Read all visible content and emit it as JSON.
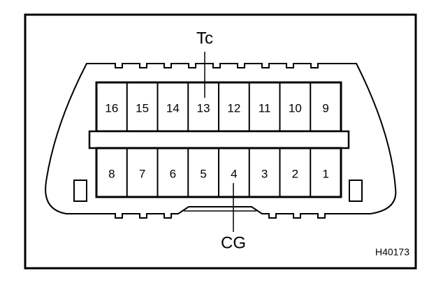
{
  "pins_top": [
    "16",
    "15",
    "14",
    "13",
    "12",
    "11",
    "10",
    "9"
  ],
  "pins_bottom": [
    "8",
    "7",
    "6",
    "5",
    "4",
    "3",
    "2",
    "1"
  ],
  "labels": {
    "tc": "Tc",
    "cg": "CG"
  },
  "figure_id": "H40173",
  "colors": {
    "stroke": "#000000",
    "background": "#ffffff"
  }
}
